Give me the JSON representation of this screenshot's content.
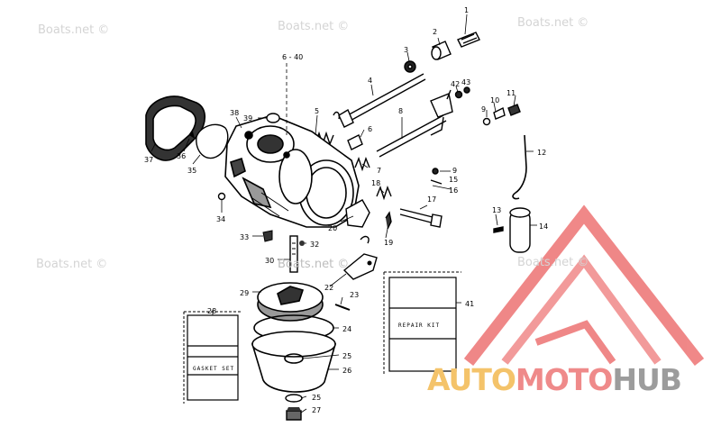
{
  "watermark": "Boats.net ©",
  "brand": {
    "part1": "AUTO",
    "part2": "MOTO",
    "part3": "HUB",
    "color_auto": "#f4c36a",
    "color_moto": "#ef8a8a",
    "color_hub": "#9c9c9c",
    "logo_color": "#ee7b7b"
  },
  "kits": {
    "gasket": "GASKET SET",
    "repair": "REPAIR KIT"
  },
  "callouts": [
    {
      "id": "1",
      "text": "1"
    },
    {
      "id": "2",
      "text": "2"
    },
    {
      "id": "3",
      "text": "3"
    },
    {
      "id": "4",
      "text": "4"
    },
    {
      "id": "5",
      "text": "5"
    },
    {
      "id": "6",
      "text": "6"
    },
    {
      "id": "640",
      "text": "6 - 40"
    },
    {
      "id": "7",
      "text": "7"
    },
    {
      "id": "8",
      "text": "8"
    },
    {
      "id": "9a",
      "text": "9"
    },
    {
      "id": "9b",
      "text": "9"
    },
    {
      "id": "10",
      "text": "10"
    },
    {
      "id": "11",
      "text": "11"
    },
    {
      "id": "12",
      "text": "12"
    },
    {
      "id": "13",
      "text": "13"
    },
    {
      "id": "14",
      "text": "14"
    },
    {
      "id": "15",
      "text": "15"
    },
    {
      "id": "16",
      "text": "16"
    },
    {
      "id": "17",
      "text": "17"
    },
    {
      "id": "18",
      "text": "18"
    },
    {
      "id": "19",
      "text": "19"
    },
    {
      "id": "20",
      "text": "20"
    },
    {
      "id": "22",
      "text": "22"
    },
    {
      "id": "23",
      "text": "23"
    },
    {
      "id": "24",
      "text": "24"
    },
    {
      "id": "25a",
      "text": "25"
    },
    {
      "id": "25b",
      "text": "25"
    },
    {
      "id": "26",
      "text": "26"
    },
    {
      "id": "27",
      "text": "27"
    },
    {
      "id": "28",
      "text": "28"
    },
    {
      "id": "29",
      "text": "29"
    },
    {
      "id": "30",
      "text": "30"
    },
    {
      "id": "32",
      "text": "32"
    },
    {
      "id": "33",
      "text": "33"
    },
    {
      "id": "34",
      "text": "34"
    },
    {
      "id": "35",
      "text": "35"
    },
    {
      "id": "36",
      "text": "36"
    },
    {
      "id": "37",
      "text": "37"
    },
    {
      "id": "38",
      "text": "38"
    },
    {
      "id": "39",
      "text": "39"
    },
    {
      "id": "41",
      "text": "41"
    },
    {
      "id": "42",
      "text": "42"
    },
    {
      "id": "43",
      "text": "43"
    }
  ]
}
